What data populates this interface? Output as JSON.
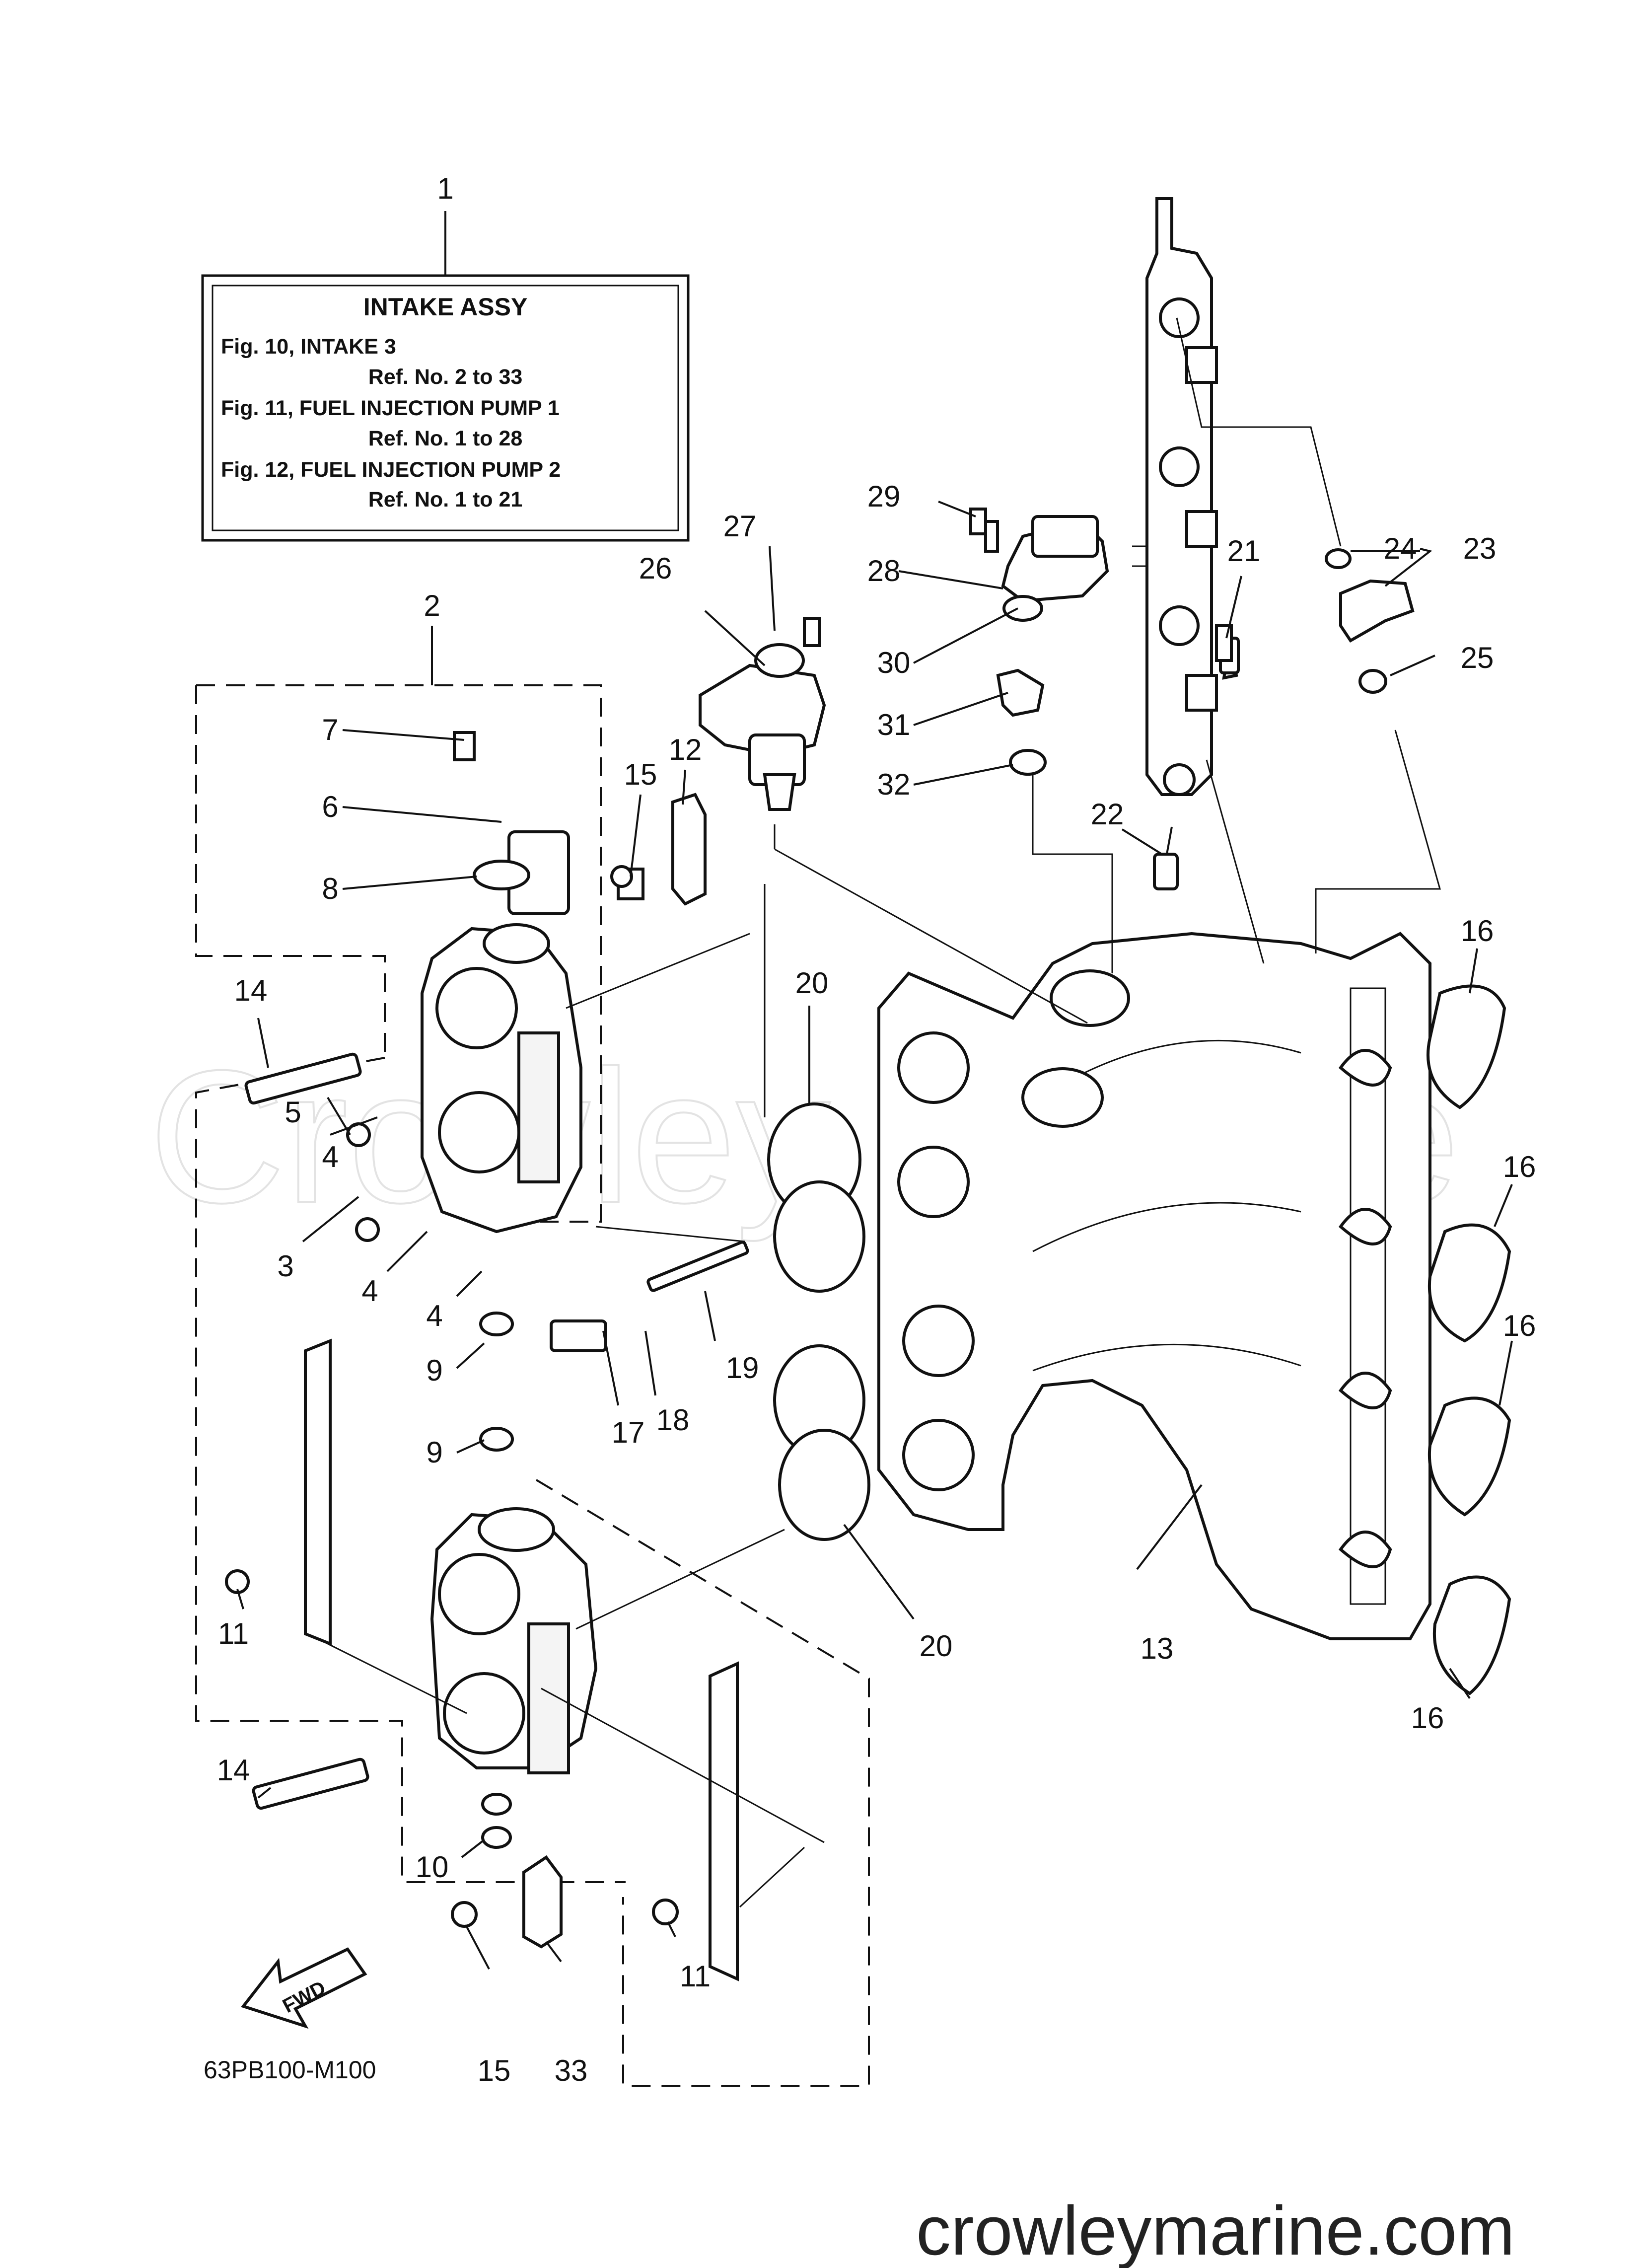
{
  "info_box": {
    "ref": "1",
    "title": "INTAKE ASSY",
    "lines": [
      "Fig. 10, INTAKE 3",
      "Ref. No. 2 to 33",
      "Fig. 11, FUEL INJECTION PUMP 1",
      "Ref. No. 1 to 28",
      "Fig. 12, FUEL INJECTION PUMP 2",
      "Ref. No. 1 to 21"
    ]
  },
  "callouts": [
    "2",
    "3",
    "4",
    "4",
    "4",
    "5",
    "6",
    "7",
    "8",
    "9",
    "9",
    "10",
    "11",
    "11",
    "12",
    "13",
    "14",
    "14",
    "15",
    "15",
    "16",
    "16",
    "16",
    "16",
    "17",
    "18",
    "19",
    "20",
    "20",
    "21",
    "22",
    "23",
    "24",
    "25",
    "26",
    "27",
    "28",
    "29",
    "30",
    "31",
    "32",
    "33"
  ],
  "fwd_label": "FWD",
  "diagram_code": "63PB100-M100",
  "watermark": "Crowley Marine",
  "website": "crowleymarine.com"
}
